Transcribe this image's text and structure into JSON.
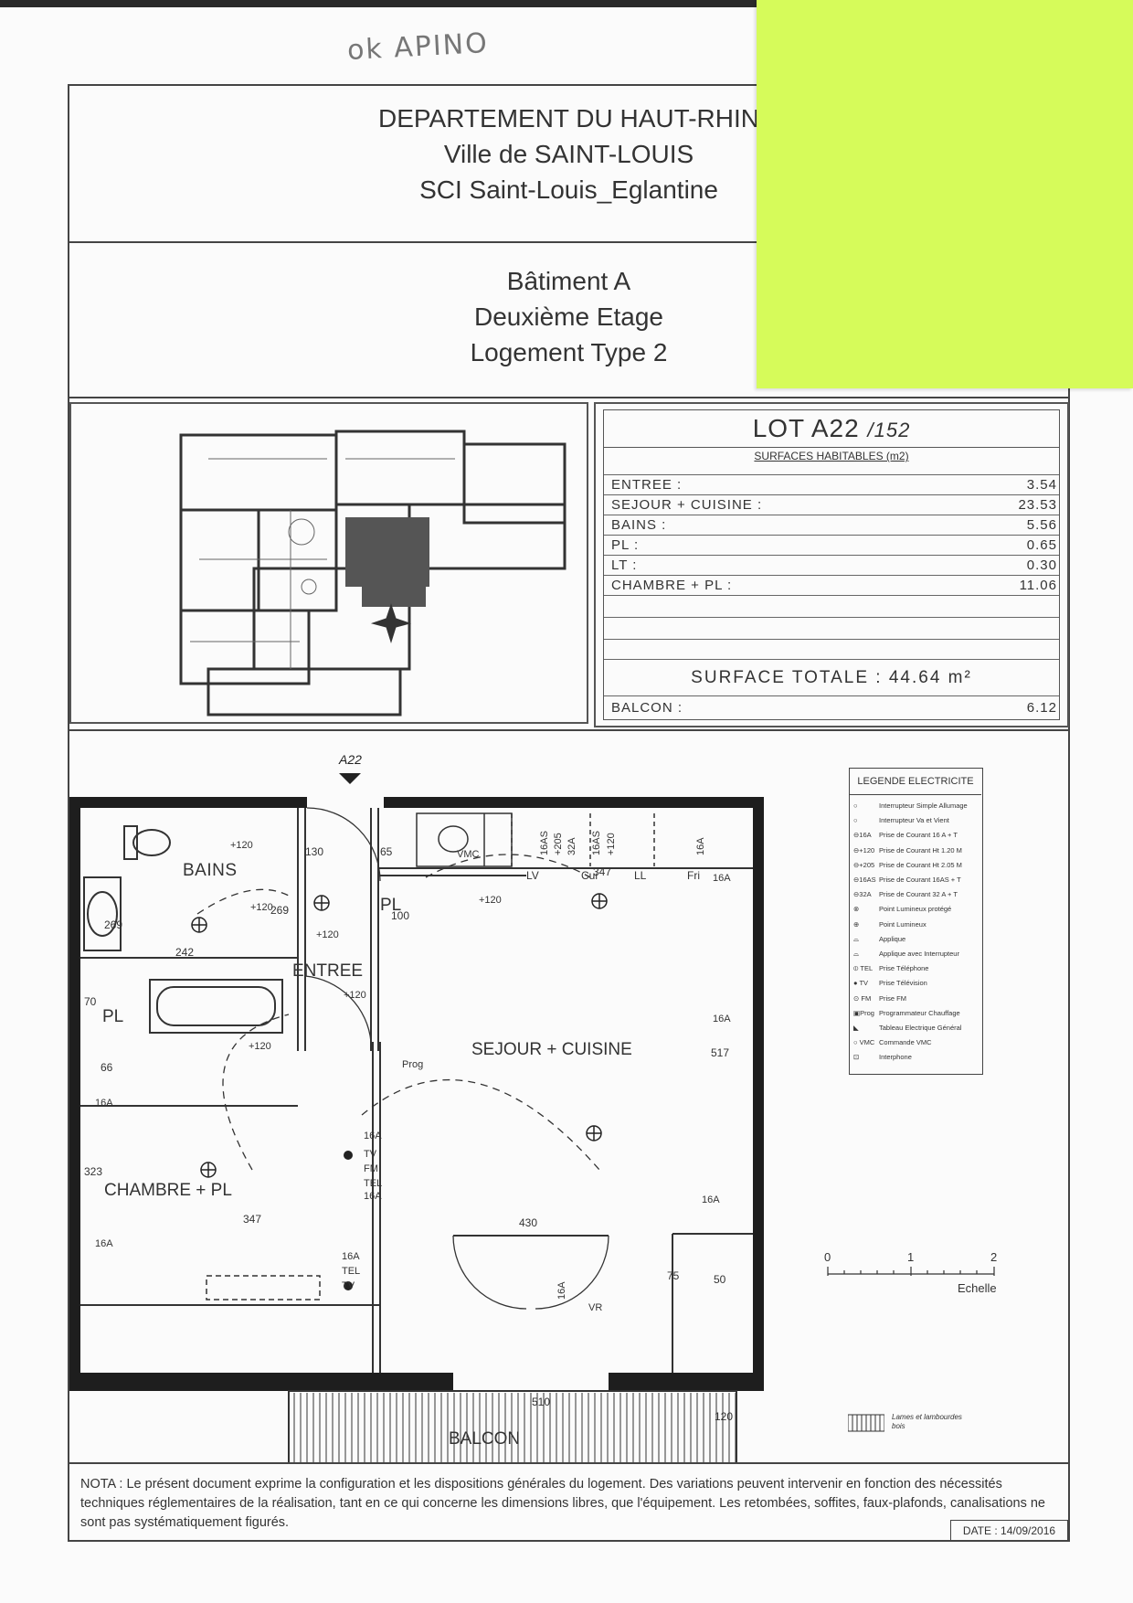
{
  "handwritten_note": "ok APINO",
  "header": {
    "line1": "DEPARTEMENT DU HAUT-RHIN",
    "line2": "Ville de SAINT-LOUIS",
    "line3": "SCI Saint-Louis_Eglantine"
  },
  "subheader": {
    "line1": "Bâtiment A",
    "line2": "Deuxième Etage",
    "line3": "Logement Type 2"
  },
  "lot": {
    "title": "LOT A22",
    "handwritten": "/152",
    "subtitle": "SURFACES HABITABLES (m2)",
    "rows": [
      {
        "label": "ENTREE :",
        "value": "3.54"
      },
      {
        "label": "SEJOUR + CUISINE :",
        "value": "23.53"
      },
      {
        "label": "BAINS :",
        "value": "5.56"
      },
      {
        "label": "PL :",
        "value": "0.65"
      },
      {
        "label": "LT :",
        "value": "0.30"
      },
      {
        "label": "CHAMBRE + PL :",
        "value": "11.06"
      }
    ],
    "total_label": "SURFACE TOTALE :",
    "total_value": "44.64",
    "total_unit": "m²",
    "balcon_label": "BALCON :",
    "balcon_value": "6.12"
  },
  "plan": {
    "entry_marker": "A22",
    "rooms": {
      "bains": "BAINS",
      "entree": "ENTREE",
      "sejour": "SEJOUR + CUISINE",
      "chambre": "CHAMBRE + PL",
      "pl_bath": "PL",
      "pl_kitchen": "PL",
      "balcon": "BALCON"
    },
    "dimensions": {
      "d130": "130",
      "d65": "65",
      "d100": "100",
      "d269a": "269",
      "d269b": "269",
      "d242": "242",
      "d70": "70",
      "d66": "66",
      "d323": "323",
      "d347a": "347",
      "d347b": "347",
      "d430": "430",
      "d517": "517",
      "d75": "75",
      "d50": "50",
      "d510": "510",
      "d120": "120"
    },
    "kitchen_labels": {
      "lv": "LV",
      "cui": "Cui",
      "ll": "LL",
      "fri": "Fri"
    },
    "electric_labels": {
      "p120a": "+120",
      "p120b": "+120",
      "p120c": "+120",
      "p120d": "+120",
      "p120e": "+120",
      "p120f": "+120",
      "a16a": "16A",
      "a16b": "16A",
      "a16c": "16A",
      "a16d": "16A",
      "a16e": "16A",
      "a16f": "16A",
      "a16g": "16A",
      "a16h": "16A",
      "a16i": "16A",
      "tv1": "TV",
      "fm1": "FM",
      "tel1": "TEL",
      "tel2": "TEL",
      "tv2": "TV",
      "prog": "Prog",
      "vmc": "VMC",
      "vr": "VR",
      "k16as": "16AS",
      "k205": "+205",
      "k32a": "32A",
      "k16as2": "16AS",
      "k120": "+120",
      "k16a": "16A"
    }
  },
  "legend": {
    "title": "LEGENDE ELECTRICITE",
    "items": [
      {
        "symbol": "○",
        "text": "Interrupteur Simple Allumage"
      },
      {
        "symbol": "○",
        "text": "Interrupteur Va et Vient"
      },
      {
        "symbol": "⊖16A",
        "text": "Prise de Courant 16 A + T"
      },
      {
        "symbol": "⊖+120",
        "text": "Prise de Courant Ht 1.20 M"
      },
      {
        "symbol": "⊖+205",
        "text": "Prise de Courant Ht 2.05 M"
      },
      {
        "symbol": "⊖16AS",
        "text": "Prise de Courant 16AS + T"
      },
      {
        "symbol": "⊖32A",
        "text": "Prise de Courant 32 A + T"
      },
      {
        "symbol": "⊗",
        "text": "Point Lumineux protégé"
      },
      {
        "symbol": "⊕",
        "text": "Point Lumineux"
      },
      {
        "symbol": "⌓",
        "text": "Applique"
      },
      {
        "symbol": "⌓",
        "text": "Applique avec Interrupteur"
      },
      {
        "symbol": "⦶ TEL",
        "text": "Prise Téléphone"
      },
      {
        "symbol": "● TV",
        "text": "Prise Télévision"
      },
      {
        "symbol": "⊙ FM",
        "text": "Prise FM"
      },
      {
        "symbol": "▣Prog",
        "text": "Programmateur Chauffage"
      },
      {
        "symbol": "◣",
        "text": "Tableau Electrique Général"
      },
      {
        "symbol": "○ VMC",
        "text": "Commande VMC"
      },
      {
        "symbol": "⊡",
        "text": "Interphone"
      }
    ]
  },
  "scale": {
    "t0": "0",
    "t1": "1",
    "t2": "2",
    "label": "Echelle"
  },
  "lames_note": "Lames et lambourdes bois",
  "nota": "NOTA : Le présent document exprime la configuration et les dispositions générales du logement. Des variations peuvent intervenir en fonction des nécessités techniques réglementaires de la réalisation, tant en ce qui concerne les dimensions libres, que l'équipement. Les retombées, soffites, faux-plafonds, canalisations ne sont pas systématiquement figurés.",
  "date": "DATE : 14/09/2016",
  "colors": {
    "sticky_note": "#d6fb5a",
    "wall": "#1e1e1e",
    "line": "#333333"
  }
}
